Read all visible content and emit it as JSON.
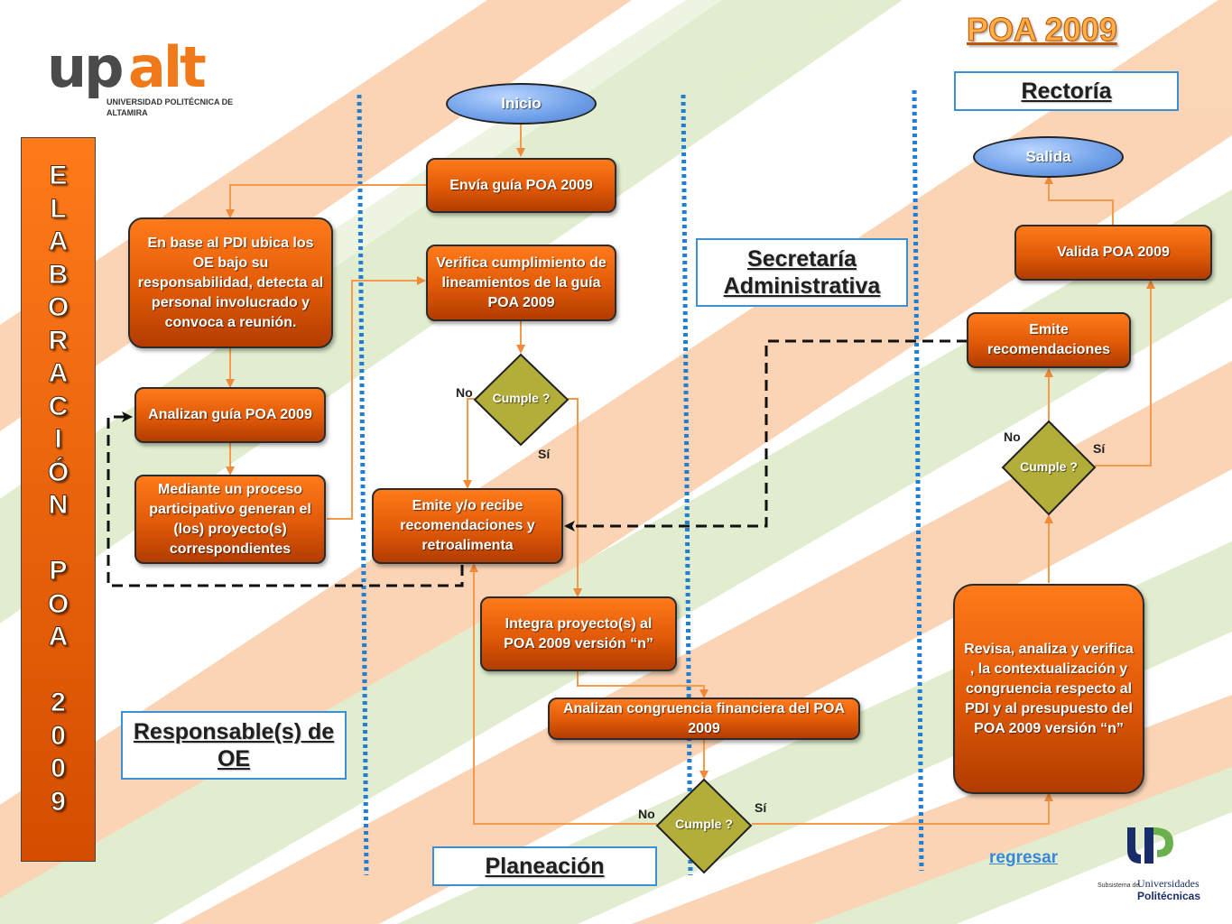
{
  "title": "POA 2009",
  "logo": {
    "main": "upalt",
    "sub1": "UNIVERSIDAD POLITÉCNICA DE",
    "sub2": "ALTAMIRA"
  },
  "sidebar_title": [
    "E",
    "L",
    "A",
    "B",
    "O",
    "R",
    "A",
    "C",
    "I",
    "Ó",
    "N",
    " ",
    "P",
    "O",
    "A",
    " ",
    "2",
    "0",
    "0",
    "9"
  ],
  "lanes": {
    "responsables": "Responsable(s) de OE",
    "planeacion": "Planeación",
    "secretaria": "Secretaría Administrativa",
    "rectoria": "Rectoría"
  },
  "nodes": {
    "inicio": "Inicio",
    "salida": "Salida",
    "envia": "Envía guía POA 2009",
    "ubica": "En base al PDI ubica los OE bajo su responsabilidad, detecta al personal involucrado y convoca a reunión.",
    "analizan_guia": "Analizan guía POA 2009",
    "mediante": "Mediante un proceso participativo generan el (los) proyecto(s) correspondientes",
    "verifica": "Verifica cumplimiento de lineamientos de la guía POA 2009",
    "emite_recibe": "Emite y/o recibe recomendaciones y retroalimenta",
    "integra": "Integra proyecto(s) al POA 2009 versión “n”",
    "analizan_congruencia": "Analizan congruencia financiera del POA 2009",
    "revisa": "Revisa, analiza y verifica , la contextualización y congruencia respecto al PDI y al presupuesto del POA 2009 versión “n”",
    "emite_recomendaciones": "Emite recomendaciones",
    "valida": "Valida POA 2009"
  },
  "decisions": {
    "d1": "Cumple ?",
    "d2": "Cumple ?",
    "d3": "Cumple ?"
  },
  "branch_labels": {
    "no": "No",
    "si": "Sí"
  },
  "footer": {
    "regresar": "regresar",
    "logo_small": "Subsistema de",
    "logo_main": "Universidades",
    "logo_main2": "Politécnicas"
  },
  "colors": {
    "process": "#e05a08",
    "decision": "#b3ad3a",
    "terminal": "#6e9fe8",
    "lane_line": "#1f7ed6",
    "connector": "#f59a4a"
  }
}
